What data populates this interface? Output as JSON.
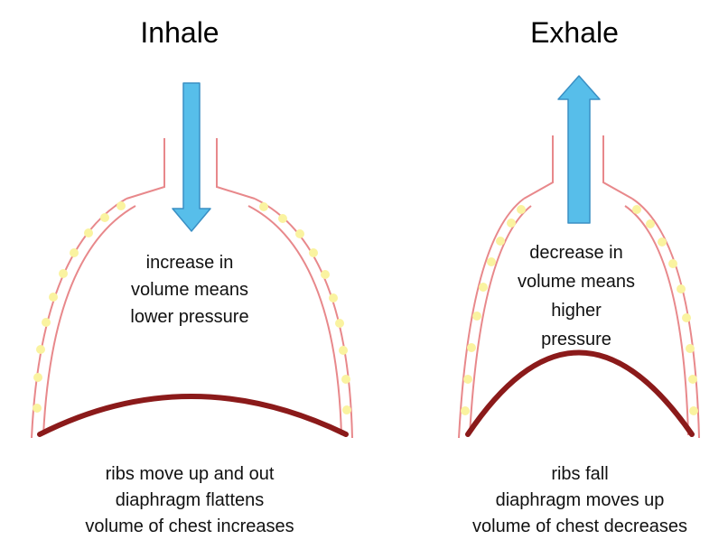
{
  "inhale": {
    "title": "Inhale",
    "center_text": [
      "increase in",
      "volume means",
      "lower pressure"
    ],
    "caption": [
      "ribs move up and out",
      "diaphragm flattens",
      "volume of chest increases"
    ]
  },
  "exhale": {
    "title": "Exhale",
    "center_text": [
      "decrease in",
      "volume means",
      "higher",
      "pressure"
    ],
    "caption": [
      "ribs fall",
      "diaphragm moves up",
      "volume of chest decreases"
    ]
  },
  "colors": {
    "arrow_fill": "#57BEEA",
    "arrow_stroke": "#3A8FC4",
    "rib_line": "#E8888B",
    "rib_dot": "#FAF3A0",
    "diaphragm": "#8B1A1A"
  }
}
